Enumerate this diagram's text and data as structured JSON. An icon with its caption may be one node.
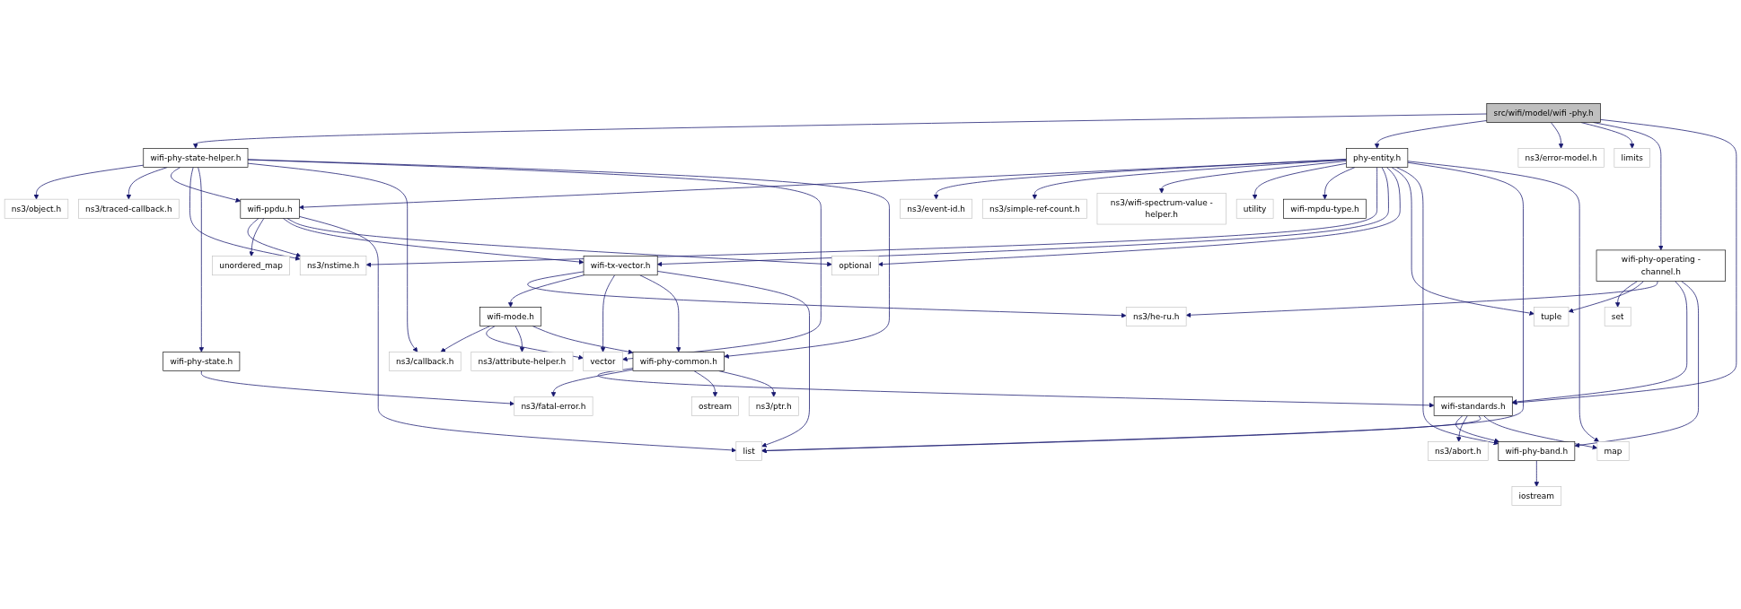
{
  "diagram": {
    "nodes": [
      {
        "text": [
          "src/wifi/model/wifi -phy.h"
        ]
      },
      {
        "text": [
          "wifi-phy-state-helper.h"
        ]
      },
      {
        "text": [
          "phy-entity.h"
        ]
      },
      {
        "text": [
          "ns3/error-model.h"
        ]
      },
      {
        "text": [
          "limits"
        ]
      },
      {
        "text": [
          "ns3/object.h"
        ]
      },
      {
        "text": [
          "ns3/traced-callback.h"
        ]
      },
      {
        "text": [
          "wifi-ppdu.h"
        ]
      },
      {
        "text": [
          "ns3/event-id.h"
        ]
      },
      {
        "text": [
          "ns3/simple-ref-count.h"
        ]
      },
      {
        "text": [
          "ns3/wifi-spectrum-value -helper.h"
        ]
      },
      {
        "text": [
          "utility"
        ]
      },
      {
        "text": [
          "wifi-mpdu-type.h"
        ]
      },
      {
        "text": [
          "wifi-phy-operating -channel.h"
        ]
      },
      {
        "text": [
          "ns3/nstime.h"
        ]
      },
      {
        "text": [
          "unordered_map"
        ]
      },
      {
        "text": [
          "wifi-tx-vector.h"
        ]
      },
      {
        "text": [
          "optional"
        ]
      },
      {
        "text": [
          "set"
        ]
      },
      {
        "text": [
          "tuple"
        ]
      },
      {
        "text": [
          "ns3/he-ru.h"
        ]
      },
      {
        "text": [
          "wifi-phy-state.h"
        ]
      },
      {
        "text": [
          "wifi-mode.h"
        ]
      },
      {
        "text": [
          "ns3/callback.h"
        ]
      },
      {
        "text": [
          "vector"
        ]
      },
      {
        "text": [
          "ns3/attribute-helper.h"
        ]
      },
      {
        "text": [
          "wifi-phy-common.h"
        ]
      },
      {
        "text": [
          "wifi-standards.h"
        ]
      },
      {
        "text": [
          "ns3/fatal-error.h"
        ]
      },
      {
        "text": [
          "ostream"
        ]
      },
      {
        "text": [
          "ns3/ptr.h"
        ]
      },
      {
        "text": [
          "wifi-phy-band.h"
        ]
      },
      {
        "text": [
          "ns3/abort.h"
        ]
      },
      {
        "text": [
          "list"
        ]
      },
      {
        "text": [
          "map"
        ]
      },
      {
        "text": [
          "iostream"
        ]
      }
    ],
    "edges": [
      {
        "from": 0,
        "to": 1,
        "arrow": "to"
      },
      {
        "from": 0,
        "to": 2,
        "arrow": "to"
      },
      {
        "from": 0,
        "to": 3,
        "arrow": "to"
      },
      {
        "from": 0,
        "to": 4,
        "arrow": "to"
      },
      {
        "from": 0,
        "to": 13,
        "arrow": "to"
      },
      {
        "from": 0,
        "to": 27,
        "arrow": "to"
      },
      {
        "from": 1,
        "to": 5,
        "arrow": "to"
      },
      {
        "from": 1,
        "to": 6,
        "arrow": "to"
      },
      {
        "from": 1,
        "to": 7,
        "arrow": "to"
      },
      {
        "from": 1,
        "to": 14,
        "arrow": "to"
      },
      {
        "from": 1,
        "to": 21,
        "arrow": "to"
      },
      {
        "from": 1,
        "to": 23,
        "arrow": "to"
      },
      {
        "from": 1,
        "to": 24,
        "arrow": "to"
      },
      {
        "from": 1,
        "to": 26,
        "arrow": "to"
      },
      {
        "from": 2,
        "to": 7,
        "arrow": "to"
      },
      {
        "from": 2,
        "to": 8,
        "arrow": "to"
      },
      {
        "from": 2,
        "to": 9,
        "arrow": "to"
      },
      {
        "from": 2,
        "to": 10,
        "arrow": "to"
      },
      {
        "from": 2,
        "to": 11,
        "arrow": "to"
      },
      {
        "from": 2,
        "to": 12,
        "arrow": "to"
      },
      {
        "from": 2,
        "to": 14,
        "arrow": "to"
      },
      {
        "from": 2,
        "to": 16,
        "arrow": "to"
      },
      {
        "from": 2,
        "to": 17,
        "arrow": "to"
      },
      {
        "from": 2,
        "to": 19,
        "arrow": "to"
      },
      {
        "from": 2,
        "to": 31,
        "arrow": "to"
      },
      {
        "from": 2,
        "to": 33,
        "arrow": "to"
      },
      {
        "from": 2,
        "to": 34,
        "arrow": "to"
      },
      {
        "from": 7,
        "to": 14,
        "arrow": "to"
      },
      {
        "from": 7,
        "to": 15,
        "arrow": "to"
      },
      {
        "from": 7,
        "to": 16,
        "arrow": "to"
      },
      {
        "from": 7,
        "to": 17,
        "arrow": "to"
      },
      {
        "from": 7,
        "to": 33,
        "arrow": "to"
      },
      {
        "from": 13,
        "to": 18,
        "arrow": "to"
      },
      {
        "from": 13,
        "to": 19,
        "arrow": "to"
      },
      {
        "from": 13,
        "to": 20,
        "arrow": "to"
      },
      {
        "from": 13,
        "to": 27,
        "arrow": "to"
      },
      {
        "from": 13,
        "to": 31,
        "arrow": "to"
      },
      {
        "from": 16,
        "to": 20,
        "arrow": "to"
      },
      {
        "from": 16,
        "to": 22,
        "arrow": "to"
      },
      {
        "from": 16,
        "to": 24,
        "arrow": "to"
      },
      {
        "from": 16,
        "to": 26,
        "arrow": "to"
      },
      {
        "from": 16,
        "to": 33,
        "arrow": "to"
      },
      {
        "from": 21,
        "to": 28,
        "arrow": "to"
      },
      {
        "from": 22,
        "to": 23,
        "arrow": "to"
      },
      {
        "from": 22,
        "to": 24,
        "arrow": "to"
      },
      {
        "from": 22,
        "to": 25,
        "arrow": "to"
      },
      {
        "from": 22,
        "to": 26,
        "arrow": "to"
      },
      {
        "from": 26,
        "to": 27,
        "arrow": "to"
      },
      {
        "from": 26,
        "to": 28,
        "arrow": "to"
      },
      {
        "from": 26,
        "to": 29,
        "arrow": "to"
      },
      {
        "from": 26,
        "to": 30,
        "arrow": "to"
      },
      {
        "from": 27,
        "to": 31,
        "arrow": "to"
      },
      {
        "from": 27,
        "to": 32,
        "arrow": "to"
      },
      {
        "from": 27,
        "to": 33,
        "arrow": "to"
      },
      {
        "from": 27,
        "to": 34,
        "arrow": "to"
      },
      {
        "from": 31,
        "to": 35,
        "arrow": "to"
      }
    ]
  }
}
